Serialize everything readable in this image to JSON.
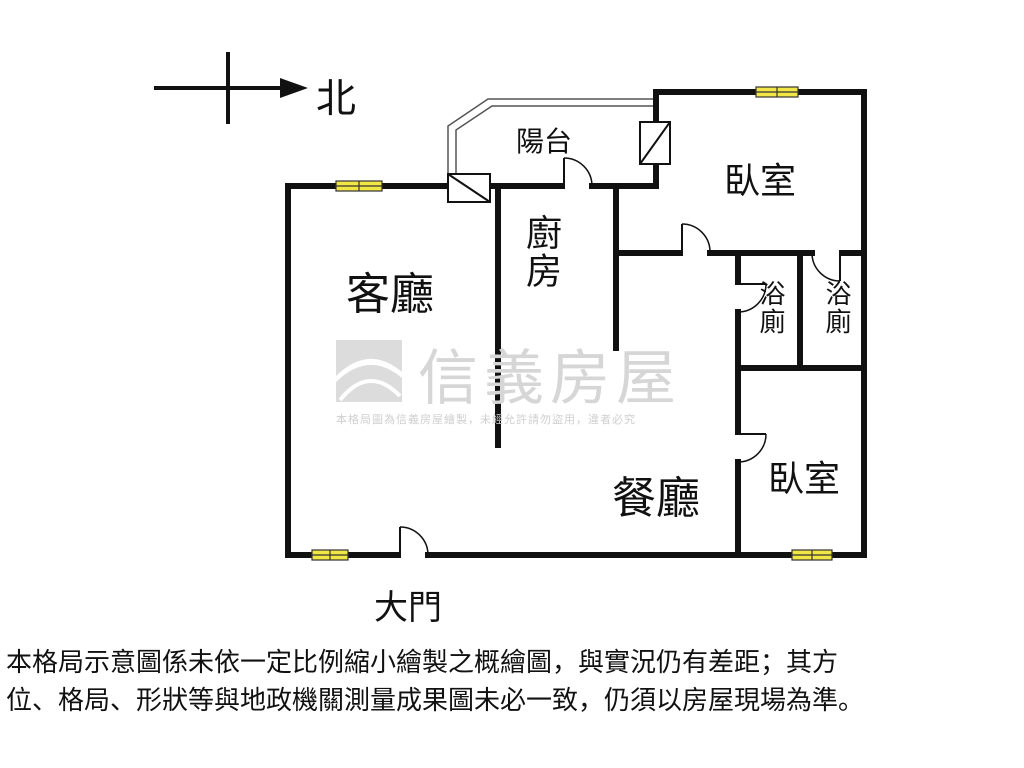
{
  "compass": {
    "direction_label": "北"
  },
  "rooms": {
    "balcony": "陽台",
    "living_room": "客廳",
    "kitchen": "廚房",
    "bedroom_north": "臥室",
    "bathroom_left": "浴廁",
    "bathroom_right": "浴廁",
    "dining_room": "餐廳",
    "bedroom_south": "臥室"
  },
  "entrance_label": "大門",
  "watermark": {
    "brand": "信義房屋",
    "notice": "本格局圖為信義房屋繪製，未經允許請勿盜用，違者必究"
  },
  "disclaimer": {
    "line1": "本格局示意圖係未依一定比例縮小繪製之概繪圖，與實況仍有差距；其方",
    "line2": "位、格局、形狀等與地政機關測量成果圖未必一致，仍須以房屋現場為準。"
  },
  "colors": {
    "wall": "#111111",
    "window": "#f2e646",
    "watermark": "#d6d6d6"
  }
}
